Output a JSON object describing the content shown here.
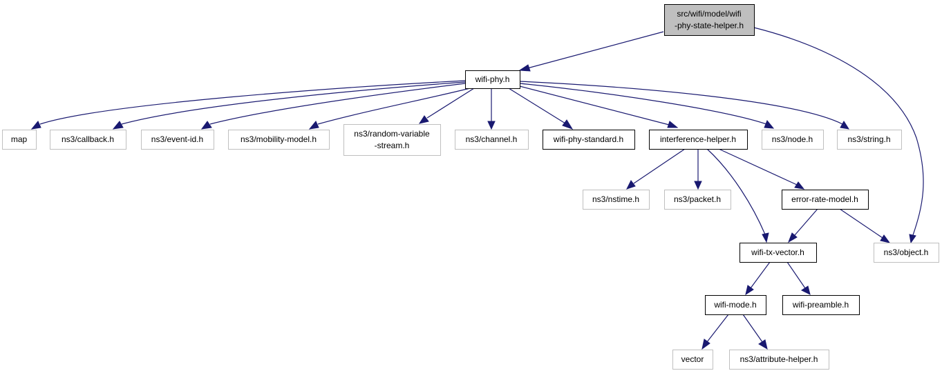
{
  "graph": {
    "colors": {
      "edge": "#191970",
      "root_fill": "#bfbfbf",
      "local_border": "#000000",
      "external_border": "#bfbfbf",
      "text": "#000000"
    },
    "nodes": {
      "root": {
        "lines": [
          "src/wifi/model/wifi",
          "-phy-state-helper.h"
        ],
        "kind": "root"
      },
      "wifi_phy": {
        "lines": [
          "wifi-phy.h"
        ],
        "kind": "local"
      },
      "map": {
        "lines": [
          "map"
        ],
        "kind": "external"
      },
      "callback": {
        "lines": [
          "ns3/callback.h"
        ],
        "kind": "external"
      },
      "event_id": {
        "lines": [
          "ns3/event-id.h"
        ],
        "kind": "external"
      },
      "mobility_model": {
        "lines": [
          "ns3/mobility-model.h"
        ],
        "kind": "external"
      },
      "random_variable": {
        "lines": [
          "ns3/random-variable",
          "-stream.h"
        ],
        "kind": "external"
      },
      "channel": {
        "lines": [
          "ns3/channel.h"
        ],
        "kind": "external"
      },
      "wifi_phy_standard": {
        "lines": [
          "wifi-phy-standard.h"
        ],
        "kind": "local"
      },
      "interference_helper": {
        "lines": [
          "interference-helper.h"
        ],
        "kind": "local"
      },
      "node": {
        "lines": [
          "ns3/node.h"
        ],
        "kind": "external"
      },
      "string": {
        "lines": [
          "ns3/string.h"
        ],
        "kind": "external"
      },
      "nstime": {
        "lines": [
          "ns3/nstime.h"
        ],
        "kind": "external"
      },
      "packet": {
        "lines": [
          "ns3/packet.h"
        ],
        "kind": "external"
      },
      "error_rate_model": {
        "lines": [
          "error-rate-model.h"
        ],
        "kind": "local"
      },
      "object": {
        "lines": [
          "ns3/object.h"
        ],
        "kind": "external"
      },
      "wifi_tx_vector": {
        "lines": [
          "wifi-tx-vector.h"
        ],
        "kind": "local"
      },
      "wifi_mode": {
        "lines": [
          "wifi-mode.h"
        ],
        "kind": "local"
      },
      "wifi_preamble": {
        "lines": [
          "wifi-preamble.h"
        ],
        "kind": "local"
      },
      "vector": {
        "lines": [
          "vector"
        ],
        "kind": "external"
      },
      "attribute_helper": {
        "lines": [
          "ns3/attribute-helper.h"
        ],
        "kind": "external"
      }
    },
    "edges": [
      {
        "from": "root",
        "to": "wifi_phy"
      },
      {
        "from": "root",
        "to": "object"
      },
      {
        "from": "wifi_phy",
        "to": "map"
      },
      {
        "from": "wifi_phy",
        "to": "callback"
      },
      {
        "from": "wifi_phy",
        "to": "event_id"
      },
      {
        "from": "wifi_phy",
        "to": "mobility_model"
      },
      {
        "from": "wifi_phy",
        "to": "random_variable"
      },
      {
        "from": "wifi_phy",
        "to": "channel"
      },
      {
        "from": "wifi_phy",
        "to": "wifi_phy_standard"
      },
      {
        "from": "wifi_phy",
        "to": "interference_helper"
      },
      {
        "from": "wifi_phy",
        "to": "node"
      },
      {
        "from": "wifi_phy",
        "to": "string"
      },
      {
        "from": "interference_helper",
        "to": "nstime"
      },
      {
        "from": "interference_helper",
        "to": "packet"
      },
      {
        "from": "interference_helper",
        "to": "error_rate_model"
      },
      {
        "from": "interference_helper",
        "to": "wifi_tx_vector"
      },
      {
        "from": "error_rate_model",
        "to": "wifi_tx_vector"
      },
      {
        "from": "error_rate_model",
        "to": "object"
      },
      {
        "from": "wifi_tx_vector",
        "to": "wifi_mode"
      },
      {
        "from": "wifi_tx_vector",
        "to": "wifi_preamble"
      },
      {
        "from": "wifi_mode",
        "to": "vector"
      },
      {
        "from": "wifi_mode",
        "to": "attribute_helper"
      }
    ]
  }
}
